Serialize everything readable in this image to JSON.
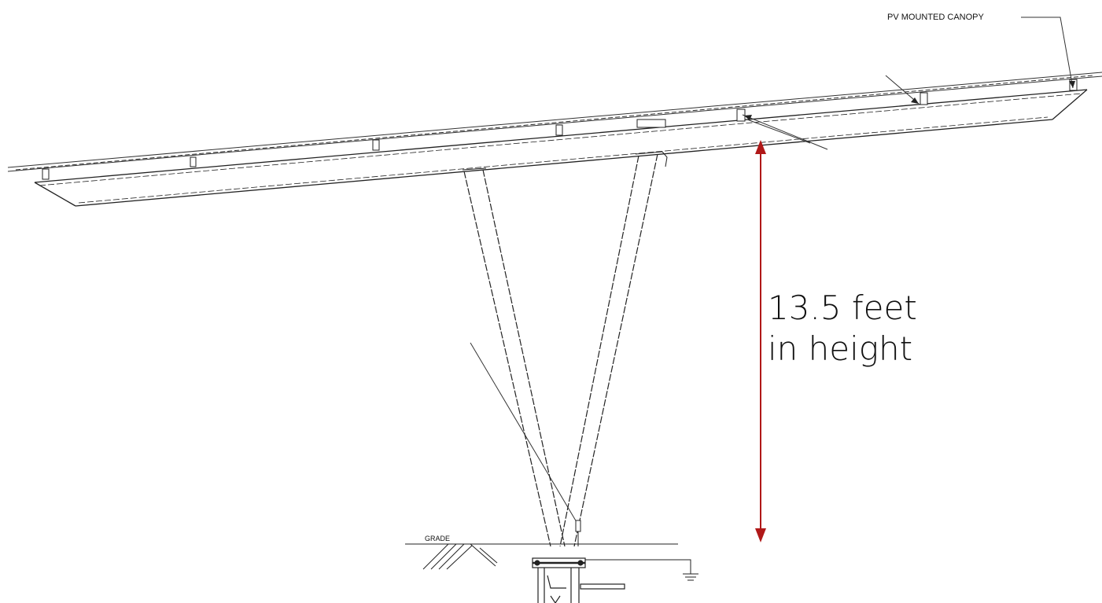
{
  "labels": {
    "canopy": "PV MOUNTED CANOPY",
    "grade": "GRADE",
    "height_line1": "13.5 feet",
    "height_line2": "in height"
  },
  "colors": {
    "linework": "#222222",
    "dimension_arrow": "#b01818",
    "background": "#ffffff"
  }
}
